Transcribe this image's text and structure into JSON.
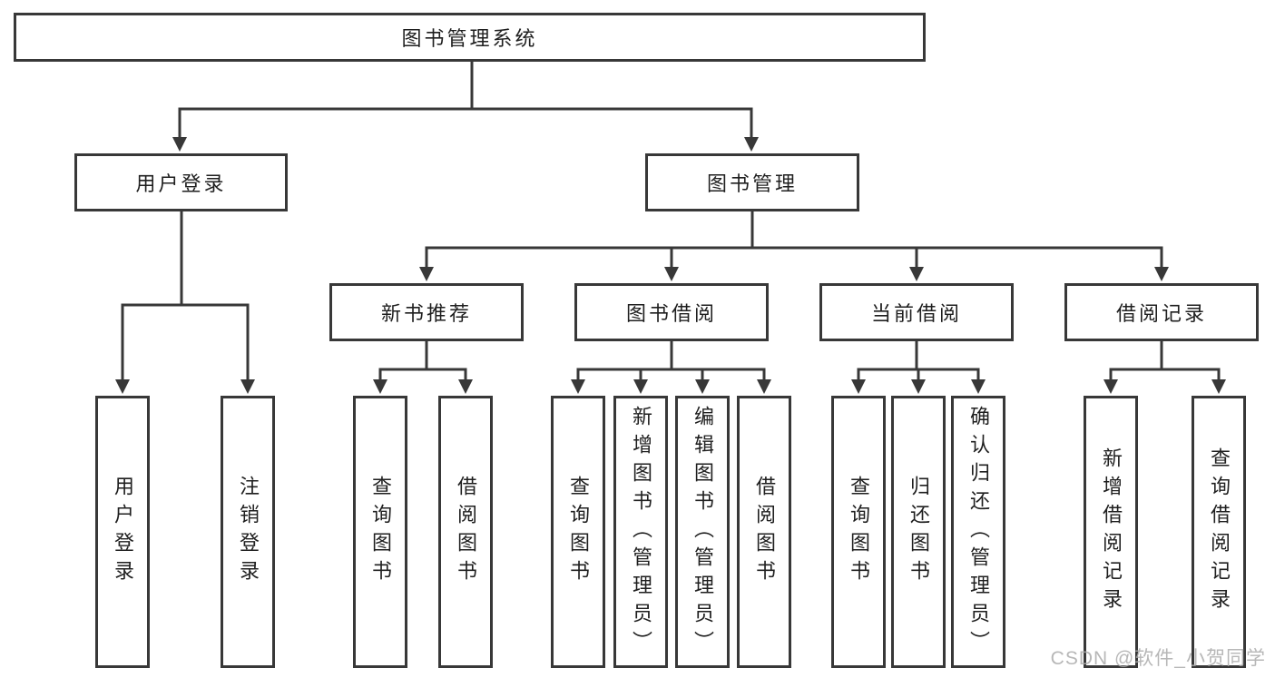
{
  "diagram": {
    "title": "图书管理系统",
    "colors": {
      "line": "#383838",
      "box_border": "#383838",
      "text": "#1f1f1f",
      "watermark": "#aaaaaa",
      "background": "#ffffff"
    },
    "nodes": {
      "root": "图书管理系统",
      "user_login": "用户登录",
      "book_management": "图书管理",
      "new_book_recommend": "新书推荐",
      "book_borrowing": "图书借阅",
      "current_borrowing": "当前借阅",
      "borrowing_records": "借阅记录",
      "leaf_user_login": "用户登录",
      "leaf_logout": "注销登录",
      "leaf_query_books_1": "查询图书",
      "leaf_borrow_books_1": "借阅图书",
      "leaf_query_books_2": "查询图书",
      "leaf_add_book_admin": "新增图书（管理员）",
      "leaf_edit_book_admin": "编辑图书（管理员）",
      "leaf_borrow_books_2": "借阅图书",
      "leaf_query_books_3": "查询图书",
      "leaf_return_book": "归还图书",
      "leaf_confirm_return_admin": "确认归还（管理员）",
      "leaf_add_borrow_record": "新增借阅记录",
      "leaf_query_borrow_record": "查询借阅记录"
    },
    "watermark": "CSDN @软件_小贺同学"
  }
}
